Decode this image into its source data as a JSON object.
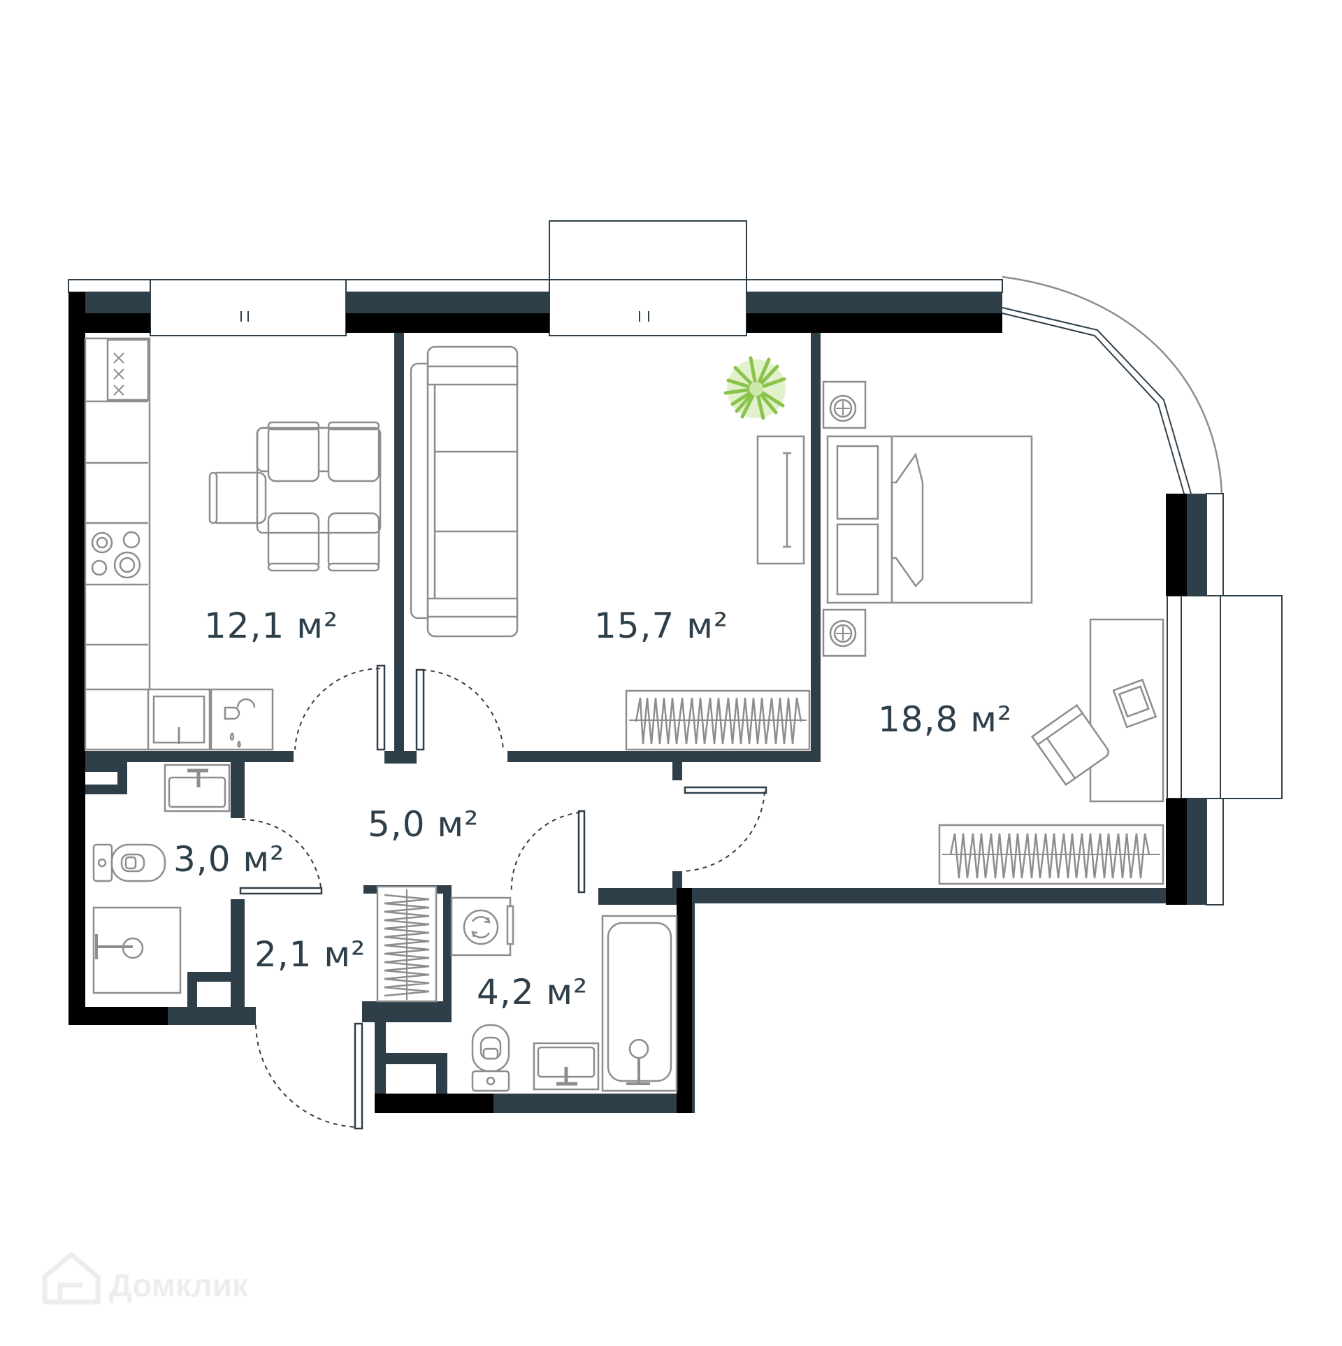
{
  "plan": {
    "rooms": [
      {
        "id": "kitchen",
        "area": "12,1 м²"
      },
      {
        "id": "living",
        "area": "15,7 м²"
      },
      {
        "id": "bedroom",
        "area": "18,8 м²"
      },
      {
        "id": "hall",
        "area": "5,0 м²"
      },
      {
        "id": "bathroom",
        "area": "3,0 м²"
      },
      {
        "id": "closet",
        "area": "2,1 м²"
      },
      {
        "id": "bath2",
        "area": "4,2 м²"
      }
    ]
  },
  "watermark": {
    "text": "Домклик"
  },
  "colors": {
    "wall": "#2f3f4a",
    "plant": "#8bc34a",
    "furniture": "#8d8d8d"
  }
}
